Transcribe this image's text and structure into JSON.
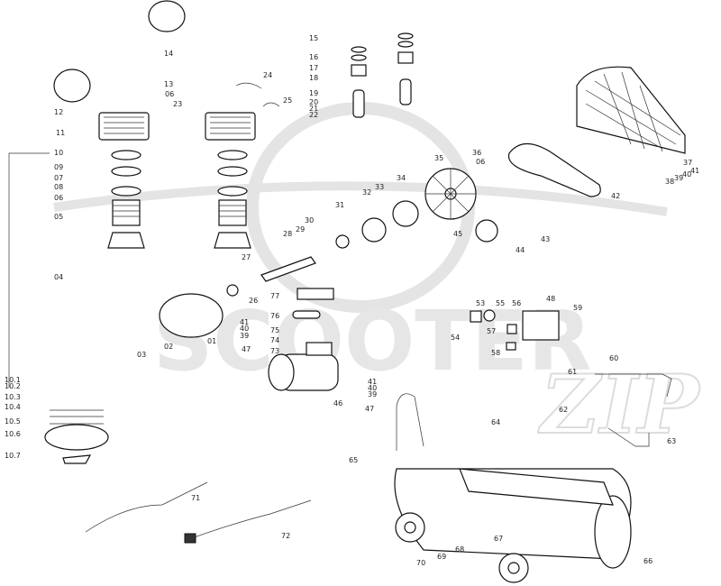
{
  "watermark": {
    "brand": "SCOOTER",
    "script": "ZIP"
  },
  "labels": [
    {
      "id": "l1",
      "text": "14"
    },
    {
      "id": "l2",
      "text": "13"
    },
    {
      "id": "l3",
      "text": "06"
    },
    {
      "id": "l4",
      "text": "23"
    },
    {
      "id": "l5",
      "text": "12"
    },
    {
      "id": "l6",
      "text": "24"
    },
    {
      "id": "l7",
      "text": "25"
    },
    {
      "id": "l8",
      "text": "11"
    },
    {
      "id": "l9",
      "text": "10"
    },
    {
      "id": "l10",
      "text": "09"
    },
    {
      "id": "l11",
      "text": "07"
    },
    {
      "id": "l12",
      "text": "08"
    },
    {
      "id": "l13",
      "text": "06"
    },
    {
      "id": "l14",
      "text": "05"
    },
    {
      "id": "l15",
      "text": "27"
    },
    {
      "id": "l16",
      "text": "28"
    },
    {
      "id": "l17",
      "text": "29"
    },
    {
      "id": "l18",
      "text": "30"
    },
    {
      "id": "l19",
      "text": "31"
    },
    {
      "id": "l20",
      "text": "32"
    },
    {
      "id": "l21",
      "text": "33"
    },
    {
      "id": "l22",
      "text": "34"
    },
    {
      "id": "l23",
      "text": "35"
    },
    {
      "id": "l24",
      "text": "36"
    },
    {
      "id": "l25",
      "text": "06"
    },
    {
      "id": "l26",
      "text": "15"
    },
    {
      "id": "l27",
      "text": "16"
    },
    {
      "id": "l28",
      "text": "17"
    },
    {
      "id": "l29",
      "text": "18"
    },
    {
      "id": "l30",
      "text": "19"
    },
    {
      "id": "l31",
      "text": "20"
    },
    {
      "id": "l32",
      "text": "21"
    },
    {
      "id": "l33",
      "text": "22"
    },
    {
      "id": "l34",
      "text": "37"
    },
    {
      "id": "l35",
      "text": "41"
    },
    {
      "id": "l36",
      "text": "40"
    },
    {
      "id": "l37",
      "text": "39"
    },
    {
      "id": "l38",
      "text": "38"
    },
    {
      "id": "l39",
      "text": "42"
    },
    {
      "id": "l40",
      "text": "43"
    },
    {
      "id": "l41",
      "text": "44"
    },
    {
      "id": "l42",
      "text": "45"
    },
    {
      "id": "l43",
      "text": "04"
    },
    {
      "id": "l44",
      "text": "26"
    },
    {
      "id": "l45",
      "text": "77"
    },
    {
      "id": "l46",
      "text": "76"
    },
    {
      "id": "l47",
      "text": "75"
    },
    {
      "id": "l48",
      "text": "74"
    },
    {
      "id": "l49",
      "text": "73"
    },
    {
      "id": "l50",
      "text": "41"
    },
    {
      "id": "l51",
      "text": "40"
    },
    {
      "id": "l52",
      "text": "39"
    },
    {
      "id": "l53",
      "text": "01"
    },
    {
      "id": "l54",
      "text": "47"
    },
    {
      "id": "l55",
      "text": "02"
    },
    {
      "id": "l56",
      "text": "03"
    },
    {
      "id": "l57",
      "text": "41"
    },
    {
      "id": "l58",
      "text": "40"
    },
    {
      "id": "l59",
      "text": "39"
    },
    {
      "id": "l60",
      "text": "46"
    },
    {
      "id": "l61",
      "text": "47"
    },
    {
      "id": "l62",
      "text": "53"
    },
    {
      "id": "l63",
      "text": "55"
    },
    {
      "id": "l64",
      "text": "56"
    },
    {
      "id": "l65",
      "text": "48"
    },
    {
      "id": "l66",
      "text": "59"
    },
    {
      "id": "l67",
      "text": "54"
    },
    {
      "id": "l68",
      "text": "57"
    },
    {
      "id": "l69",
      "text": "58"
    },
    {
      "id": "l70",
      "text": "60"
    },
    {
      "id": "l71",
      "text": "61"
    },
    {
      "id": "l72",
      "text": "62"
    },
    {
      "id": "l73",
      "text": "63"
    },
    {
      "id": "l74",
      "text": "64"
    },
    {
      "id": "l75",
      "text": "65"
    },
    {
      "id": "l76",
      "text": "66"
    },
    {
      "id": "l77",
      "text": "67"
    },
    {
      "id": "l78",
      "text": "68"
    },
    {
      "id": "l79",
      "text": "69"
    },
    {
      "id": "l80",
      "text": "70"
    },
    {
      "id": "l81",
      "text": "71"
    },
    {
      "id": "l82",
      "text": "72"
    },
    {
      "id": "l83",
      "text": "10.1"
    },
    {
      "id": "l84",
      "text": "10.2"
    },
    {
      "id": "l85",
      "text": "10.3"
    },
    {
      "id": "l86",
      "text": "10.4"
    },
    {
      "id": "l87",
      "text": "10.5"
    },
    {
      "id": "l88",
      "text": "10.6"
    },
    {
      "id": "l89",
      "text": "10.7"
    }
  ]
}
